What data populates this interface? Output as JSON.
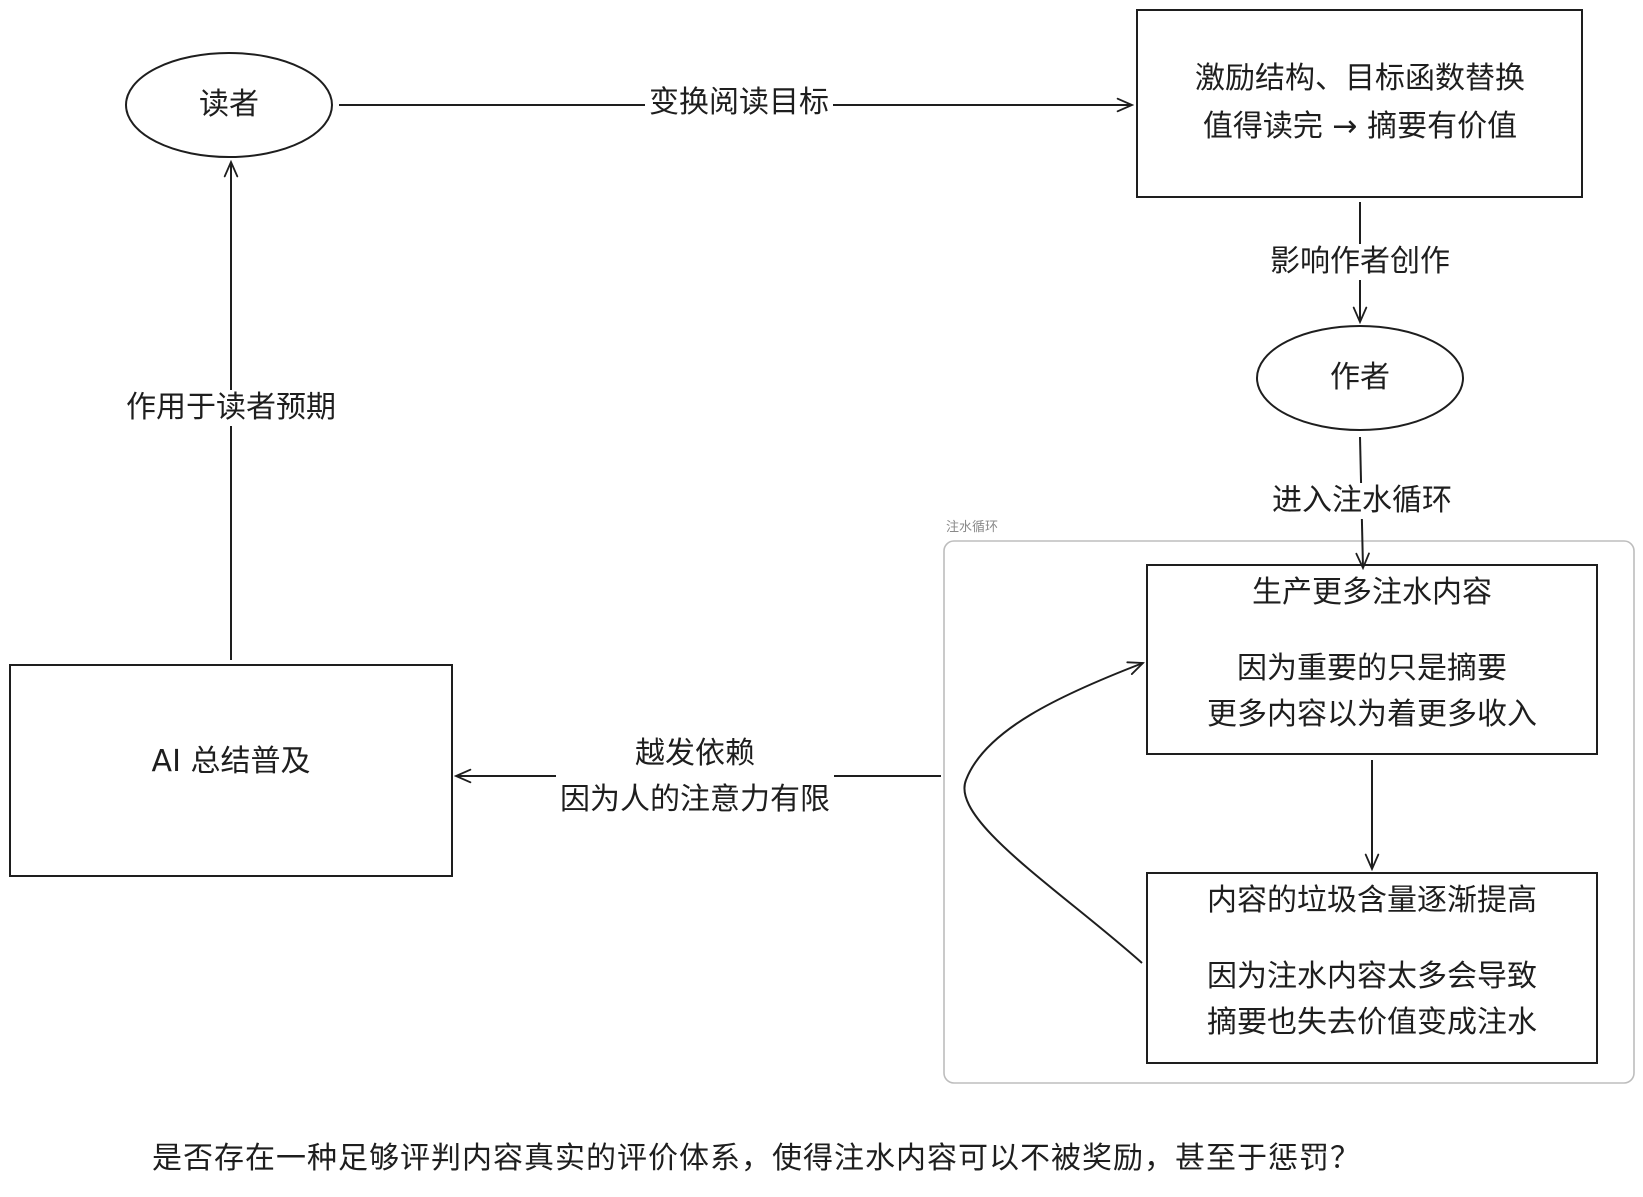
{
  "nodes": {
    "reader": {
      "label": "读者"
    },
    "incentive": {
      "line1": "激励结构、目标函数替换",
      "line2": "值得读完 → 摘要有价值"
    },
    "author": {
      "label": "作者"
    },
    "ai_summary": {
      "label": "AI 总结普及"
    },
    "more_padding": {
      "title": "生产更多注水内容",
      "line1": "因为重要的只是摘要",
      "line2": "更多内容以为着更多收入"
    },
    "more_garbage": {
      "title": "内容的垃圾含量逐渐提高",
      "line1": "因为注水内容太多会导致",
      "line2": "摘要也失去价值变成注水"
    }
  },
  "edges": {
    "reader_to_incentive": "变换阅读目标",
    "incentive_to_author": "影响作者创作",
    "author_to_loop": "进入注水循环",
    "loop_to_ai": {
      "line1": "越发依赖",
      "line2": "因为人的注意力有限"
    },
    "ai_to_reader": "作用于读者预期"
  },
  "frame": {
    "label": "注水循环"
  },
  "question": "是否存在一种足够评判内容真实的评价体系，使得注水内容可以不被奖励，甚至于惩罚？",
  "colors": {
    "stroke": "#1e1e1e",
    "frame": "#bdbdbd",
    "background": "#ffffff"
  }
}
